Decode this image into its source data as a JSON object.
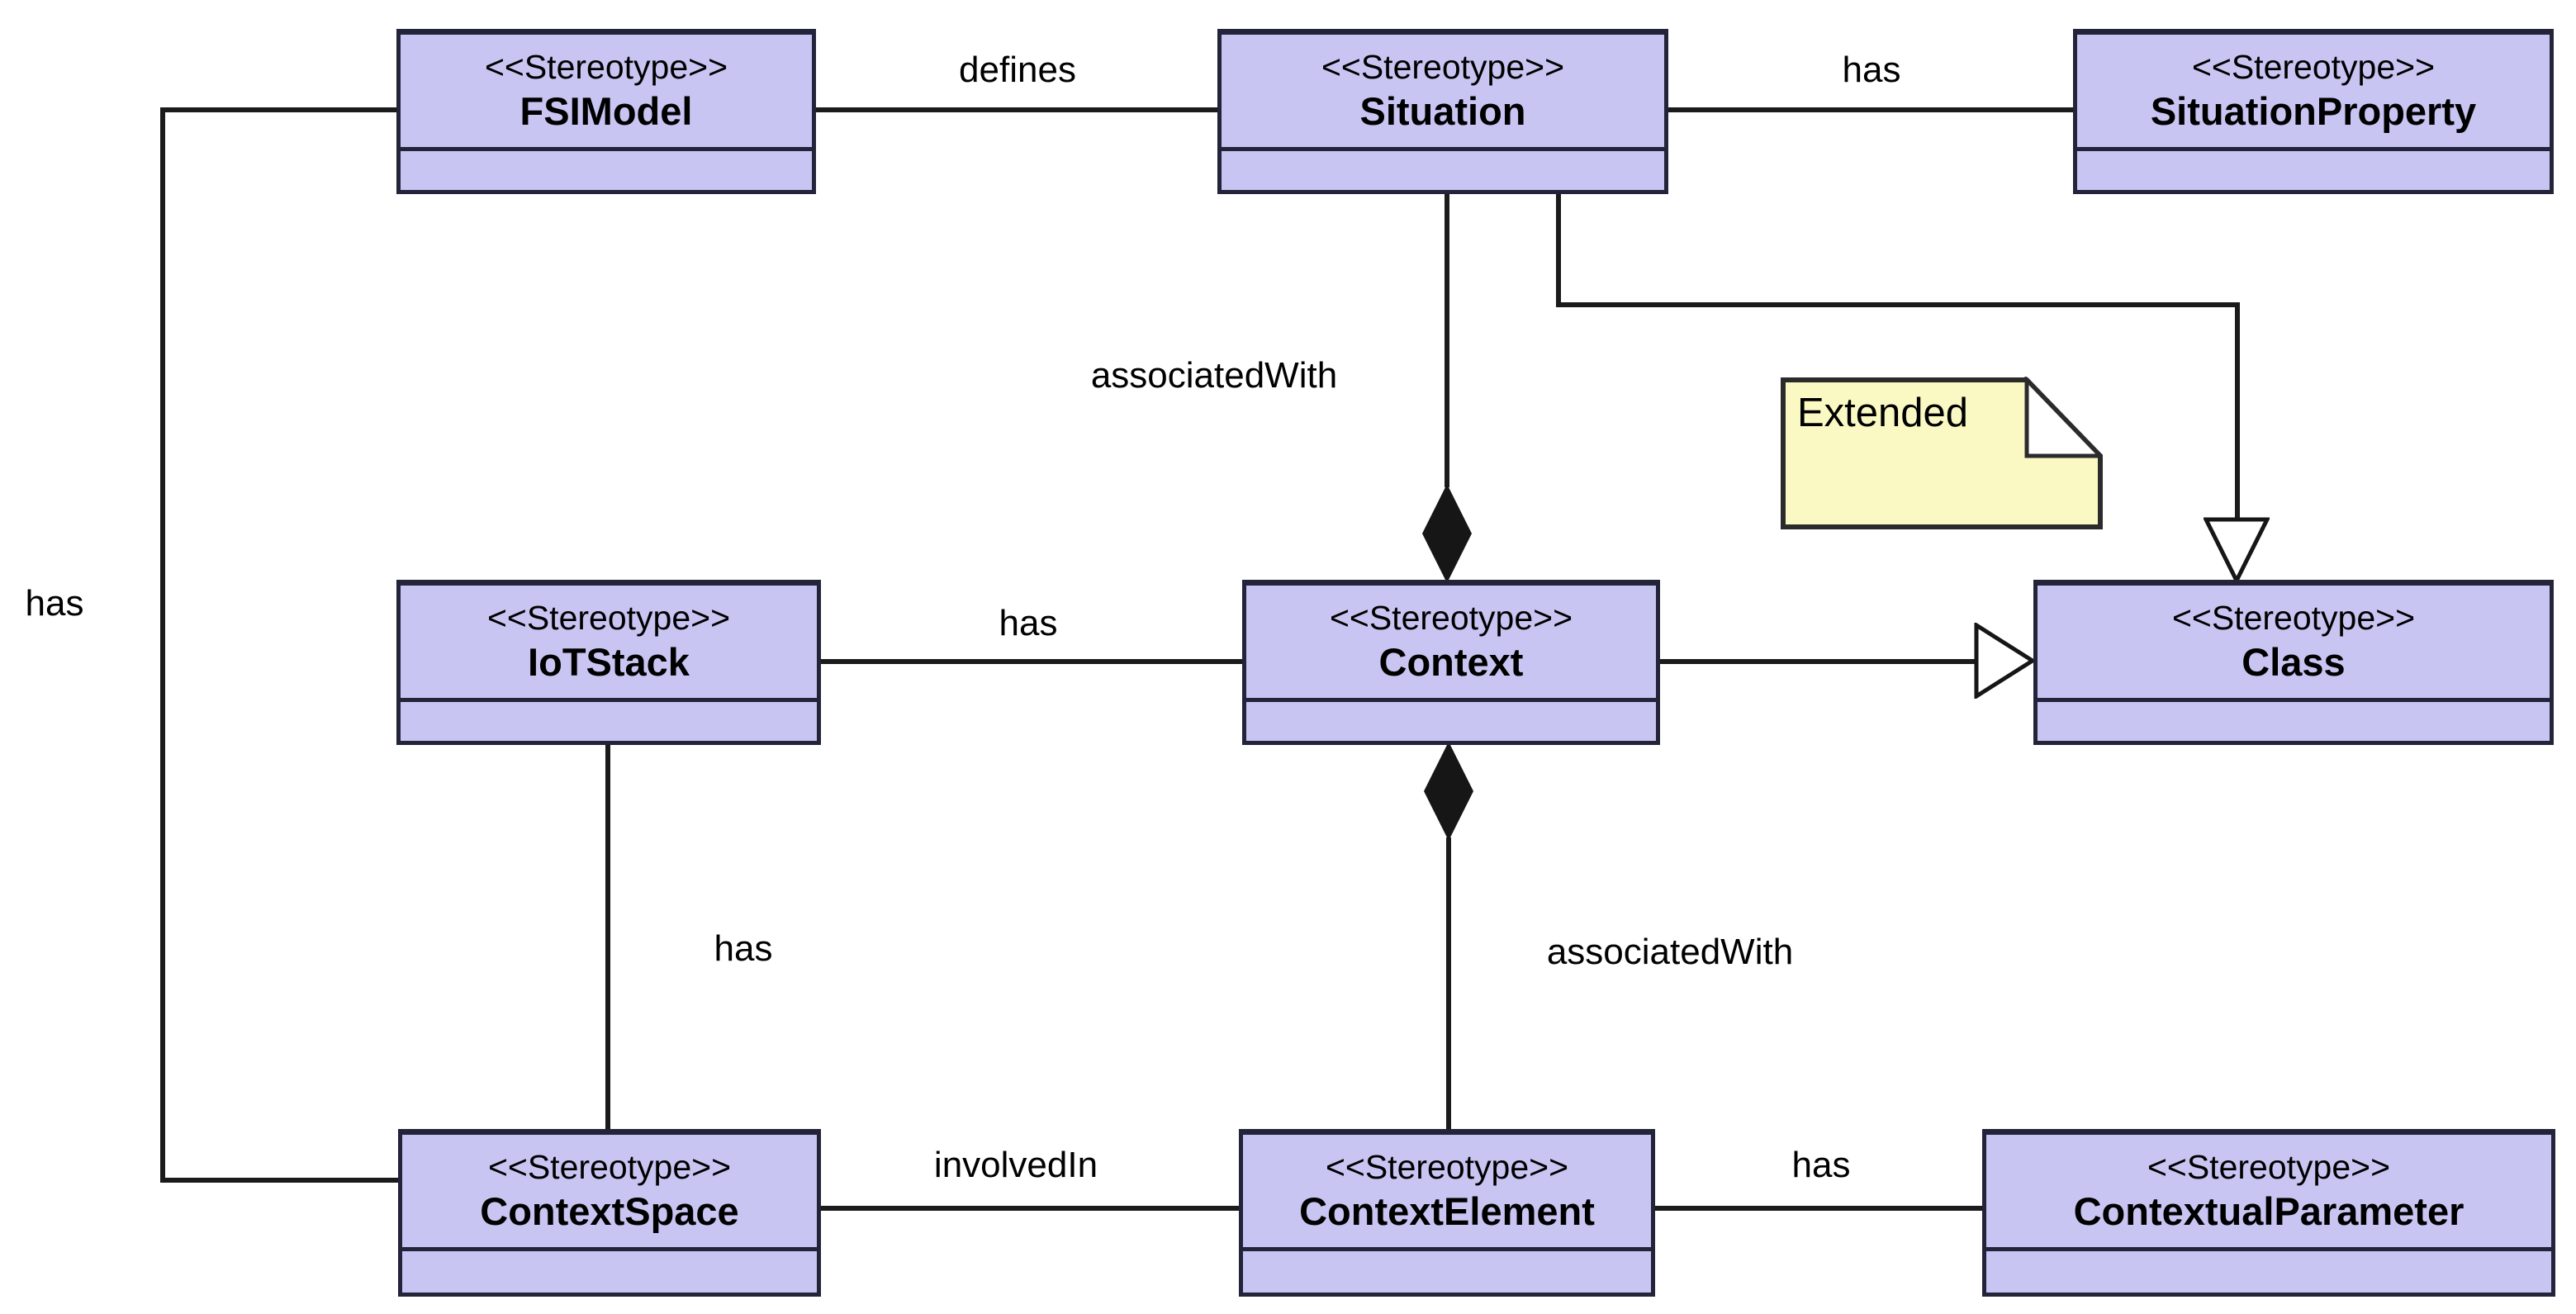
{
  "diagram": {
    "type": "uml-profile-diagram",
    "nodes": [
      {
        "stereotype": "<<Stereotype>>",
        "name": "FSIModel"
      },
      {
        "stereotype": "<<Stereotype>>",
        "name": "Situation"
      },
      {
        "stereotype": "<<Stereotype>>",
        "name": "SituationProperty"
      },
      {
        "stereotype": "<<Stereotype>>",
        "name": "IoTStack"
      },
      {
        "stereotype": "<<Stereotype>>",
        "name": "Context"
      },
      {
        "stereotype": "<<Stereotype>>",
        "name": "Class"
      },
      {
        "stereotype": "<<Stereotype>>",
        "name": "ContextSpace"
      },
      {
        "stereotype": "<<Stereotype>>",
        "name": "ContextElement"
      },
      {
        "stereotype": "<<Stereotype>>",
        "name": "ContextualParameter"
      }
    ],
    "note": {
      "text": "Extended"
    },
    "edge_labels": {
      "defines": "defines",
      "has_situation_situationproperty": "has",
      "associatedwith_situation_context": "associatedWith",
      "has_fsimodel_contextspace": "has",
      "has_iotstack_context": "has",
      "has_iotstack_contextspace": "has",
      "associatedwith_context_contextelement": "associatedWith",
      "involvedin_contextspace_contextelement": "involvedIn",
      "has_contextelement_contextualparameter": "has"
    },
    "colors": {
      "node_fill": "#c8c5f2",
      "node_border": "#23233a",
      "line": "#1b1b1b",
      "note_fill": "#fbf9c3",
      "note_border": "#2b2b2b",
      "background": "#ffffff",
      "text": "#000000"
    }
  }
}
